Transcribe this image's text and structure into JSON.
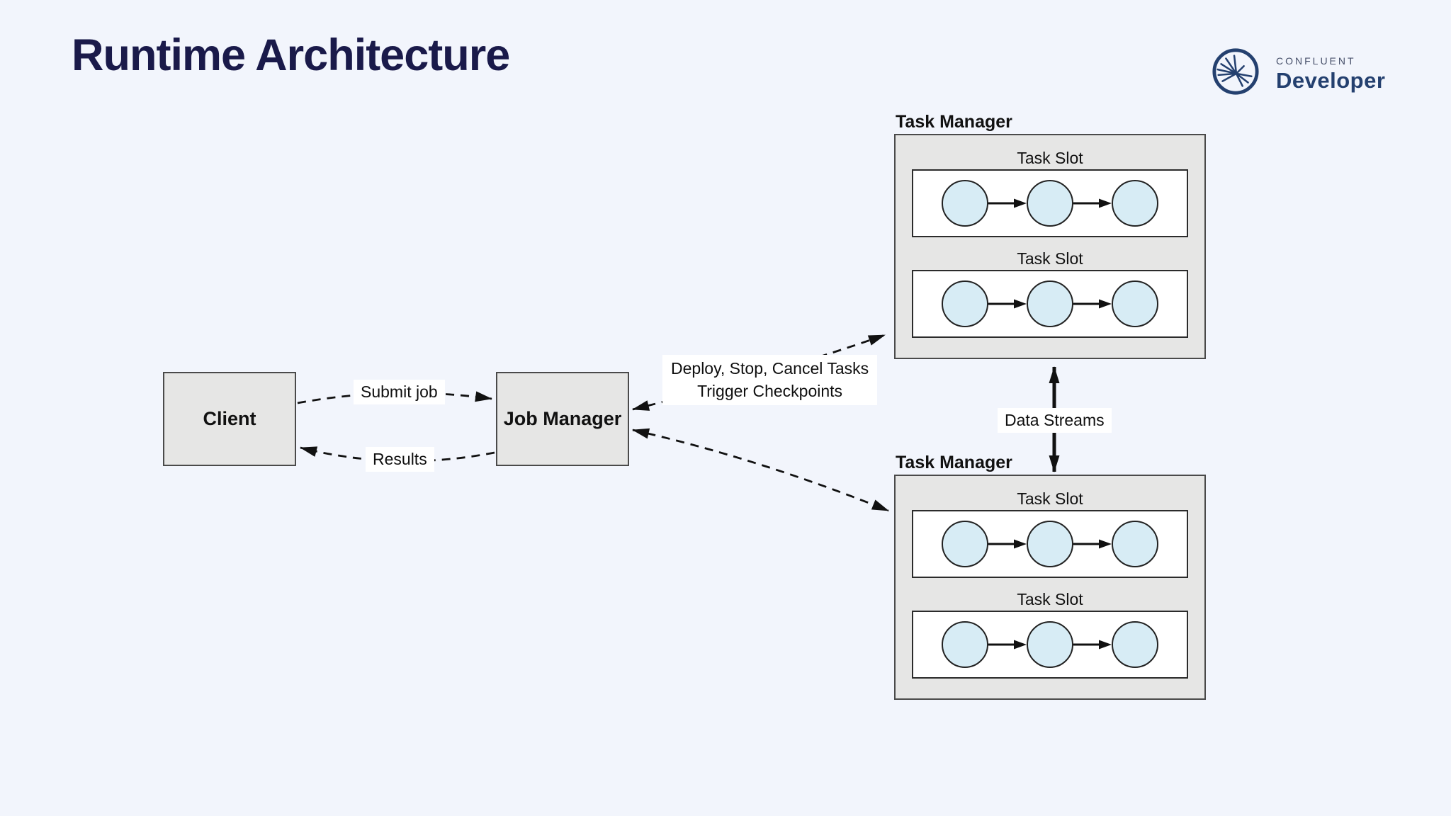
{
  "header": {
    "title": "Runtime Architecture"
  },
  "logo": {
    "brand": "CONFLUENT",
    "product": "Developer"
  },
  "nodes": {
    "client": {
      "label": "Client"
    },
    "job_manager": {
      "label": "Job Manager"
    }
  },
  "task_managers": [
    {
      "title": "Task Manager",
      "slots": [
        {
          "label": "Task Slot",
          "task_count": 3
        },
        {
          "label": "Task Slot",
          "task_count": 3
        }
      ]
    },
    {
      "title": "Task Manager",
      "slots": [
        {
          "label": "Task Slot",
          "task_count": 3
        },
        {
          "label": "Task Slot",
          "task_count": 3
        }
      ]
    }
  ],
  "edges": {
    "submit_job": {
      "label": "Submit job",
      "from": "client",
      "to": "job_manager",
      "style": "dashed"
    },
    "results": {
      "label": "Results",
      "from": "job_manager",
      "to": "client",
      "style": "dashed"
    },
    "deploy": {
      "line1": "Deploy, Stop, Cancel Tasks",
      "line2": "Trigger Checkpoints",
      "between": "job_manager and task_managers",
      "style": "dashed-bidirectional"
    },
    "data_streams": {
      "label": "Data Streams",
      "between": "task_manager_1 and task_manager_2",
      "style": "solid-bidirectional"
    }
  },
  "colors": {
    "background": "#f2f5fc",
    "node_fill": "#e6e6e5",
    "slot_fill": "#ffffff",
    "task_circle_fill": "#d7ecf5",
    "diagram_stroke": "#111111",
    "title_color": "#1a1a4a",
    "logo_navy": "#24406f",
    "logo_brand_gray": "#47506a"
  }
}
